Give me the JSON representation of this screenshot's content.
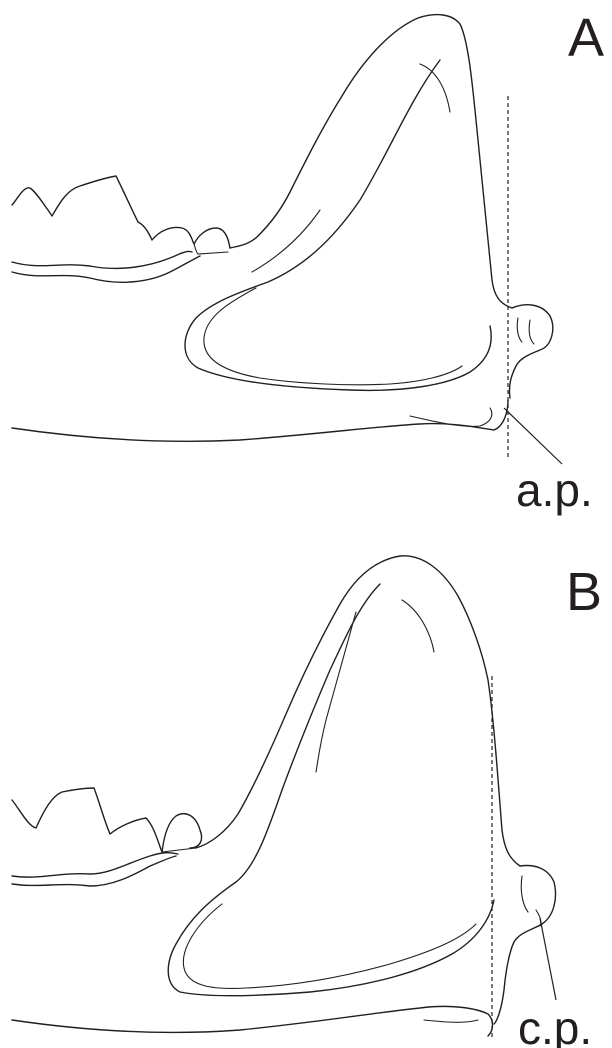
{
  "panels": [
    {
      "letter": "A",
      "callout": "a.p."
    },
    {
      "letter": "B",
      "callout": "c.p."
    }
  ],
  "colors": {
    "ink": "#231f20",
    "background": "#ffffff"
  }
}
